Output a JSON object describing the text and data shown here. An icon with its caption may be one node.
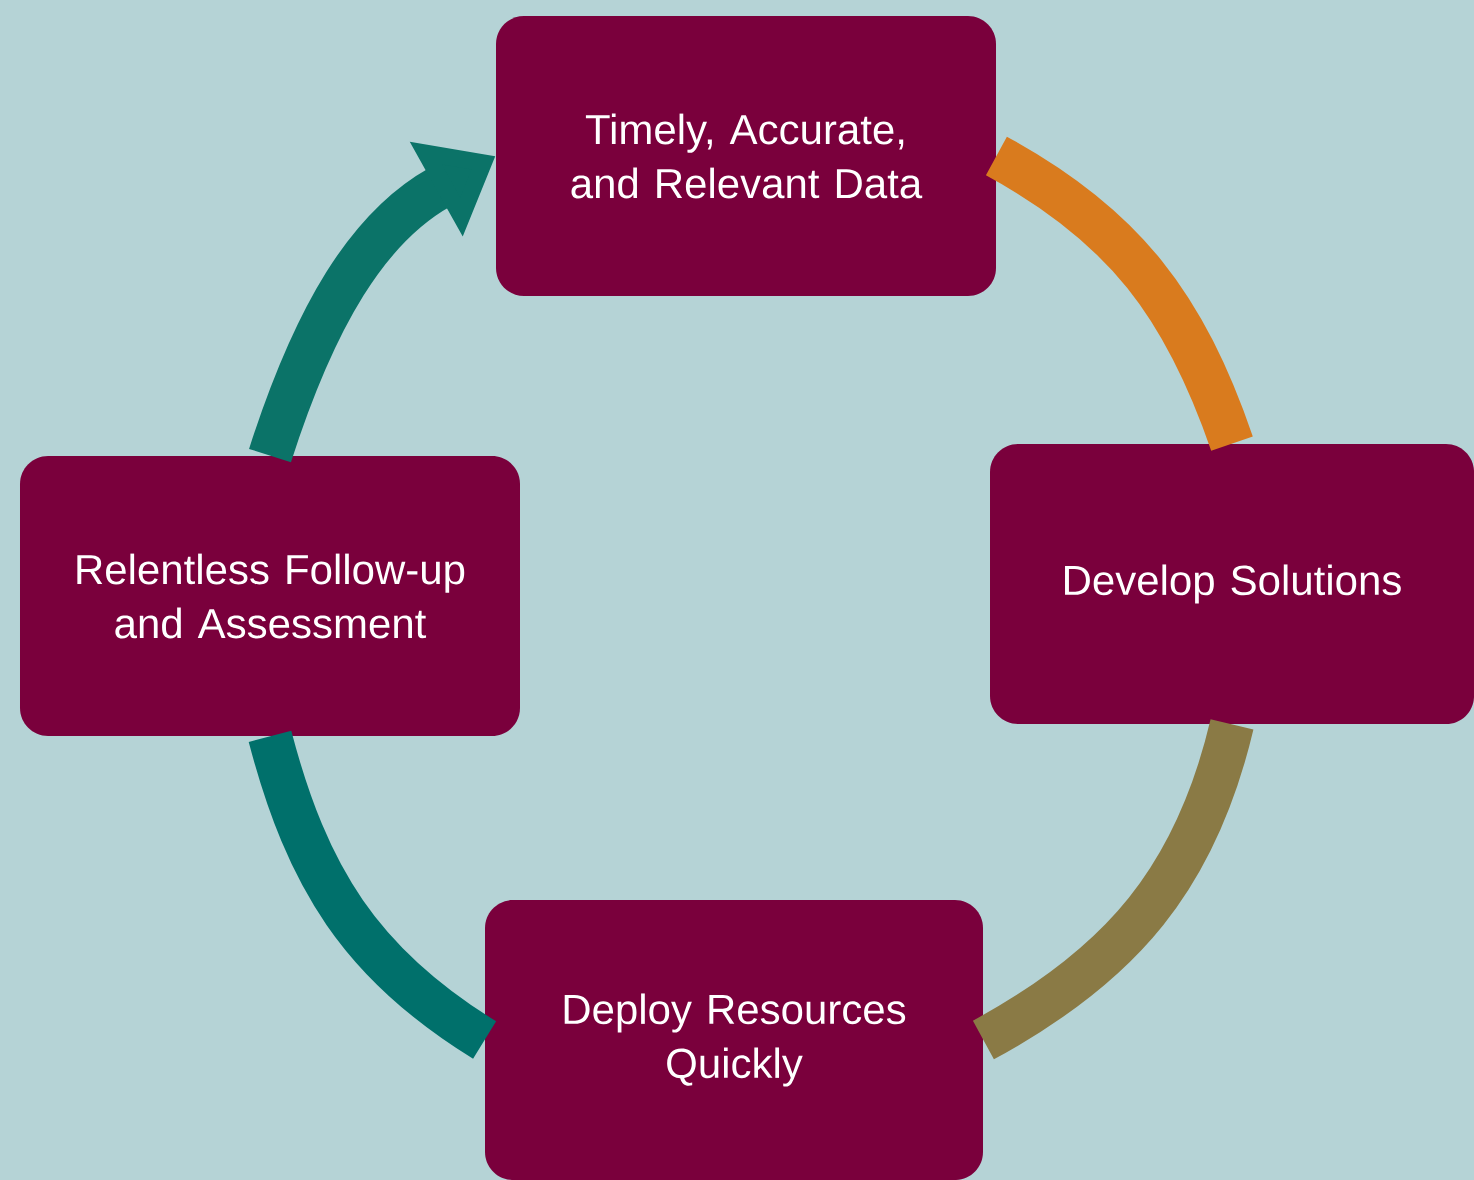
{
  "diagram": {
    "nodes": [
      {
        "text": [
          "Timely, Accurate, and Relevant Data"
        ]
      },
      {
        "text": [
          "Develop Solutions"
        ]
      },
      {
        "text": [
          "Deploy Resources Quickly"
        ]
      },
      {
        "text": [
          "Relentless Follow-up and Assessment"
        ]
      }
    ],
    "edges": [
      {
        "from": 0,
        "to": 1,
        "arrow": "none",
        "color": "#d97b1e"
      },
      {
        "from": 1,
        "to": 2,
        "arrow": "none",
        "color": "#8a7a45"
      },
      {
        "from": 2,
        "to": 3,
        "arrow": "none",
        "color": "#00706b"
      },
      {
        "from": 3,
        "to": 0,
        "arrow": "to",
        "color": "#0b7368"
      }
    ]
  }
}
